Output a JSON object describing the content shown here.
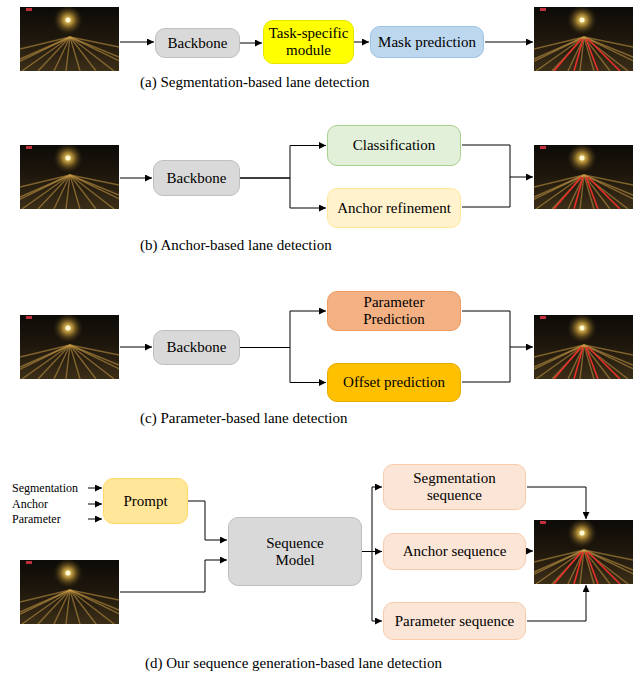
{
  "diagram": {
    "nodes": [
      {
        "text": [
          "Backbone"
        ]
      },
      {
        "text": [
          "Task-specific module"
        ]
      },
      {
        "text": [
          "Mask prediction"
        ]
      },
      {
        "text": [
          "Backbone"
        ]
      },
      {
        "text": [
          "Classification"
        ]
      },
      {
        "text": [
          "Anchor refinement"
        ]
      },
      {
        "text": [
          "Backbone"
        ]
      },
      {
        "text": [
          "Parameter Prediction"
        ]
      },
      {
        "text": [
          "Offset prediction"
        ]
      },
      {
        "text": [
          "Prompt"
        ]
      },
      {
        "text": [
          "Sequence Model"
        ]
      },
      {
        "text": [
          "Segmentation sequence"
        ]
      },
      {
        "text": [
          "Anchor sequence"
        ]
      },
      {
        "text": [
          "Parameter sequence"
        ]
      }
    ],
    "edges": [
      {
        "from": 0,
        "to": 1,
        "arrow": "to"
      },
      {
        "from": 1,
        "to": 2,
        "arrow": "to"
      },
      {
        "from": 3,
        "to": 4,
        "arrow": "to"
      },
      {
        "from": 3,
        "to": 5,
        "arrow": "to"
      },
      {
        "from": 6,
        "to": 7,
        "arrow": "to"
      },
      {
        "from": 6,
        "to": 8,
        "arrow": "to"
      },
      {
        "from": 9,
        "to": 10,
        "arrow": "to"
      },
      {
        "from": 10,
        "to": 11,
        "arrow": "to"
      },
      {
        "from": 10,
        "to": 12,
        "arrow": "to"
      },
      {
        "from": 10,
        "to": 13,
        "arrow": "to"
      }
    ],
    "labels": [
      "(a) Segmentation-based lane detection",
      "(b) Anchor-based lane detection",
      "(c) Parameter-based lane detection",
      "Segmentation",
      "Anchor",
      "Parameter",
      "(d) Our sequence generation-based lane detection"
    ]
  }
}
